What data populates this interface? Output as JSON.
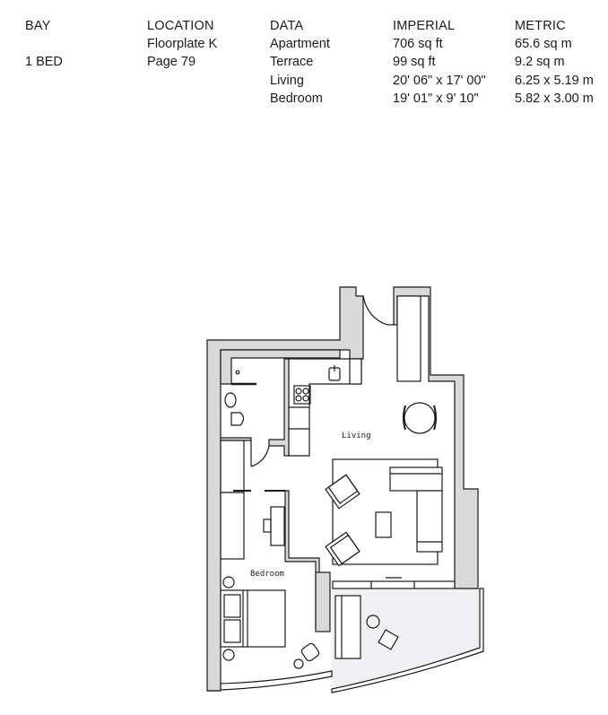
{
  "spec_table": {
    "bay": {
      "header": "BAY",
      "rows": [
        "",
        "1 BED"
      ]
    },
    "location": {
      "header": "LOCATION",
      "rows": [
        "Floorplate K",
        "Page 79"
      ]
    },
    "data": {
      "header": "DATA",
      "rows": [
        "Apartment",
        "Terrace",
        "Living",
        "Bedroom"
      ]
    },
    "imperial": {
      "header": "IMPERIAL",
      "rows": [
        "706 sq ft",
        "99 sq ft",
        "20' 06\" x 17' 00\"",
        "19' 01\" x 9' 10\""
      ]
    },
    "metric": {
      "header": "METRIC",
      "rows": [
        "65.6 sq m",
        "9.2 sq m",
        "6.25 x 5.19 m",
        "5.82 x 3.00 m"
      ]
    }
  },
  "floorplan": {
    "rooms": [
      {
        "label": "Living"
      },
      {
        "label": "Bedroom"
      }
    ],
    "colors": {
      "wall_fill": "#d9d9d9",
      "terrace_fill": "#f0f0f2",
      "line": "#1a1a1a"
    }
  }
}
